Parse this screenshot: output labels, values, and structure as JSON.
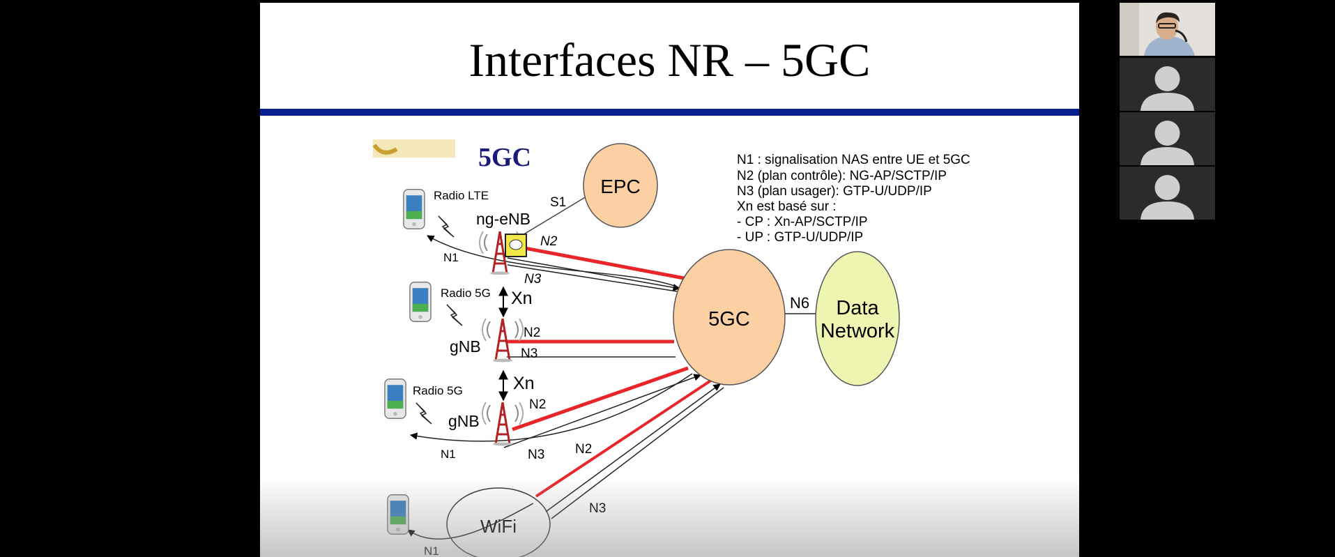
{
  "slide": {
    "title": "Interfaces NR – 5GC",
    "header_logo_text": "5GC",
    "epc": "EPC",
    "core": "5GC",
    "data_network": [
      "Data",
      "Network"
    ],
    "wifi": "WiFi",
    "ng_enb": "ng-eNB",
    "gnb1": "gNB",
    "gnb2": "gNB",
    "radio_lte": "Radio LTE",
    "radio_5g_1": "Radio 5G",
    "radio_5g_2": "Radio 5G",
    "labels": {
      "s1": "S1",
      "n1_lte": "N1",
      "n2_lte": "N2",
      "n3_lte": "N3",
      "xn1": "Xn",
      "n2_g1": "N2",
      "n3_g1": "N3",
      "xn2": "Xn",
      "n2_g2": "N2",
      "n1_g2": "N1",
      "n3_g2": "N3",
      "n2_wifi": "N2",
      "n3_wifi": "N3",
      "n1_wifi": "N1",
      "n6": "N6"
    },
    "legend": [
      "N1 : signalisation NAS entre UE et 5GC",
      "N2 (plan contrôle): NG-AP/SCTP/IP",
      "N3 (plan usager): GTP-U/UDP/IP",
      "Xn est basé sur :",
      "- CP : Xn-AP/SCTP/IP",
      "- UP : GTP-U/UDP/IP"
    ],
    "colors": {
      "n2_line": "#e8262a",
      "title_rule": "#0a1f8f",
      "ellipse_orange": "#fcd0a3",
      "ellipse_green": "#eef5b0"
    }
  },
  "participants": [
    {
      "kind": "camera"
    },
    {
      "kind": "avatar"
    },
    {
      "kind": "avatar"
    },
    {
      "kind": "avatar"
    }
  ]
}
